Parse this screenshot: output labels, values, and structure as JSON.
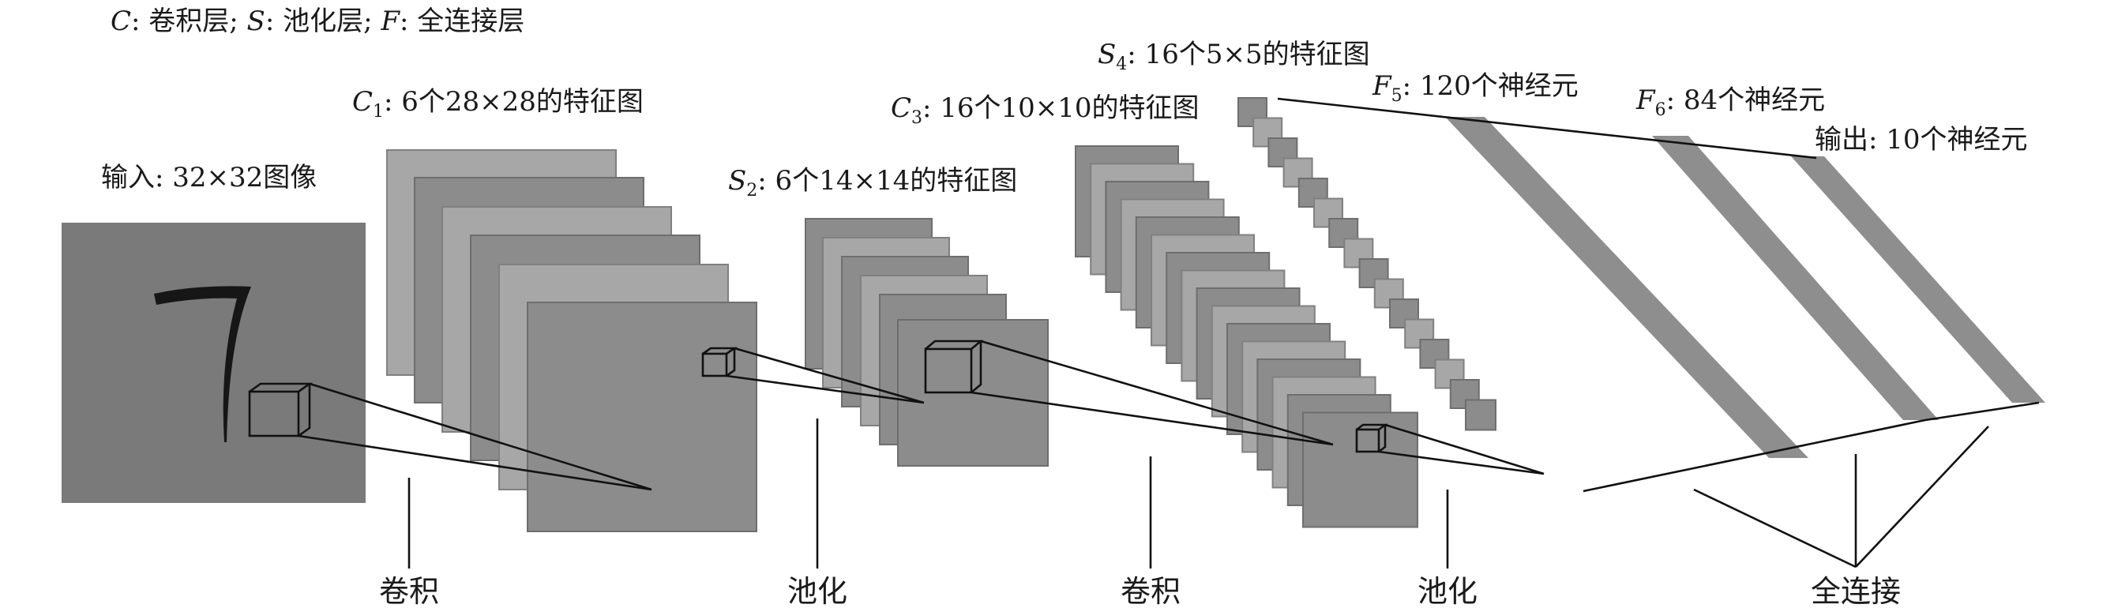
{
  "legend": {
    "c_key": "C",
    "c_desc": ": 卷积层; ",
    "s_key": "S",
    "s_desc": ": 池化层; ",
    "f_key": "F",
    "f_desc": ": 全连接层"
  },
  "layers": {
    "input": {
      "label": "输入: 32×32图像",
      "digit": "7"
    },
    "c1": {
      "letter": "C",
      "sub": "1",
      "text": ": 6个28×28的特征图"
    },
    "s2": {
      "letter": "S",
      "sub": "2",
      "text": ": 6个14×14的特征图"
    },
    "c3": {
      "letter": "C",
      "sub": "3",
      "text": ": 16个10×10的特征图"
    },
    "s4": {
      "letter": "S",
      "sub": "4",
      "text": ": 16个5×5的特征图"
    },
    "f5": {
      "letter": "F",
      "sub": "5",
      "text": ": 120个神经元"
    },
    "f6": {
      "letter": "F",
      "sub": "6",
      "text": ": 84个神经元"
    },
    "output": {
      "label": "输出: 10个神经元"
    }
  },
  "operations": {
    "conv1": "卷积",
    "pool1": "池化",
    "conv2": "卷积",
    "pool2": "池化",
    "fc": "全连接"
  },
  "colors": {
    "input_bg": "#7a7a7b",
    "feature_map": "#8c8c8d",
    "feature_map_light": "#a7a7a8",
    "fc_band": "#8e8e8f",
    "line": "#111111"
  }
}
